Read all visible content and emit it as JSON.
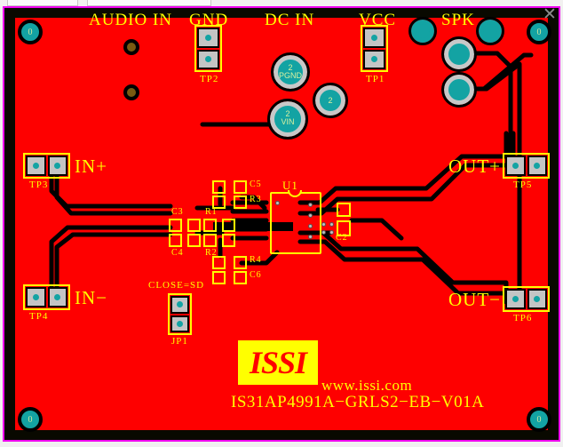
{
  "window": {
    "close_icon": "✕",
    "tabs": [
      "",
      ""
    ]
  },
  "board": {
    "part_number": "IS31AP4991A−GRLS2−EB−V01A",
    "website": "www.issi.com",
    "logo_text": "ISSI",
    "colors": {
      "soldermask": "#fe0000",
      "silkscreen": "#ffff00",
      "outline": "#f000f0",
      "copper_trace": "#000000",
      "pad_metal": "#c4c4c4",
      "drill_plating": "#13a3a3",
      "bare_pad": "#7a5a12",
      "background": "#090900"
    }
  },
  "headers": {
    "audio_in": "AUDIO IN",
    "gnd": "GND",
    "dc_in": "DC IN",
    "vcc": "VCC",
    "spk": "SPK"
  },
  "nets": {
    "in_plus": "IN+",
    "in_minus": "IN−",
    "out_plus": "OUT+",
    "out_minus": "OUT−"
  },
  "testpoints": [
    {
      "ref": "TP1",
      "net": "VCC"
    },
    {
      "ref": "TP2",
      "net": "GND"
    },
    {
      "ref": "TP3",
      "net": "IN+"
    },
    {
      "ref": "TP4",
      "net": "IN−"
    },
    {
      "ref": "TP5",
      "net": "OUT+"
    },
    {
      "ref": "TP6",
      "net": "OUT−"
    }
  ],
  "jumper": {
    "ref": "JP1",
    "note": "CLOSE=SD"
  },
  "components": [
    {
      "ref": "U1",
      "type": "ic"
    },
    {
      "ref": "C2",
      "type": "capacitor"
    },
    {
      "ref": "C3",
      "type": "capacitor"
    },
    {
      "ref": "C4",
      "type": "capacitor"
    },
    {
      "ref": "C5",
      "type": "capacitor"
    },
    {
      "ref": "C6",
      "type": "capacitor"
    },
    {
      "ref": "R1",
      "type": "resistor"
    },
    {
      "ref": "R2",
      "type": "resistor"
    },
    {
      "ref": "R3",
      "type": "resistor"
    },
    {
      "ref": "R4",
      "type": "resistor"
    }
  ],
  "power_pads": [
    {
      "label_num": "2",
      "label_net": "PGND"
    },
    {
      "label_num": "2",
      "label_net": "VIN"
    },
    {
      "label_num": "2",
      "label_net": ""
    }
  ],
  "mounting_holes": [
    {
      "label": "0",
      "position": "top-left"
    },
    {
      "label": "0",
      "position": "top-right"
    },
    {
      "label": "0",
      "position": "bottom-left"
    },
    {
      "label": "0",
      "position": "bottom-right"
    }
  ]
}
